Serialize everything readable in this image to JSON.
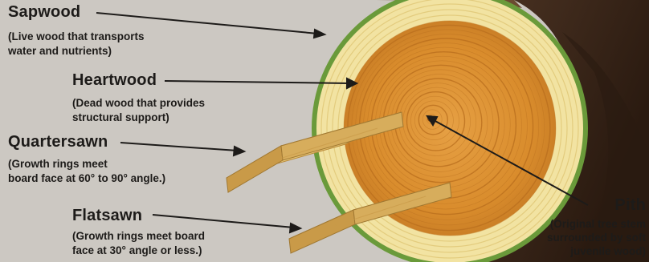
{
  "labels": {
    "sapwood": {
      "term": "Sapwood",
      "desc": [
        "(Live wood that transports",
        "water and nutrients)"
      ]
    },
    "heartwood": {
      "term": "Heartwood",
      "desc": [
        "(Dead wood that provides",
        "structural support)"
      ]
    },
    "quartersawn": {
      "term": "Quartersawn",
      "desc": [
        "(Growth rings meet",
        "board face at 60° to 90° angle.)"
      ]
    },
    "flatsawn": {
      "term": "Flatsawn",
      "desc": [
        "(Growth rings meet board",
        "face at 30° angle or less.)"
      ]
    },
    "pith": {
      "term": "Pith",
      "desc": [
        "(Original tree stem",
        "surrounded by soft",
        "juvenile wood)"
      ]
    }
  },
  "colors": {
    "background": "#ccc8c2",
    "bark": "#4a3222",
    "bark_outer": "#2f1f15",
    "cambium": "#6a9a3a",
    "sapwood": "#f2e3a2",
    "heartwood": "#d98c2c",
    "ring": "#b86e1e",
    "board": "#e7c56e",
    "board_edge": "#b8893a",
    "text": "#1d1b19"
  }
}
